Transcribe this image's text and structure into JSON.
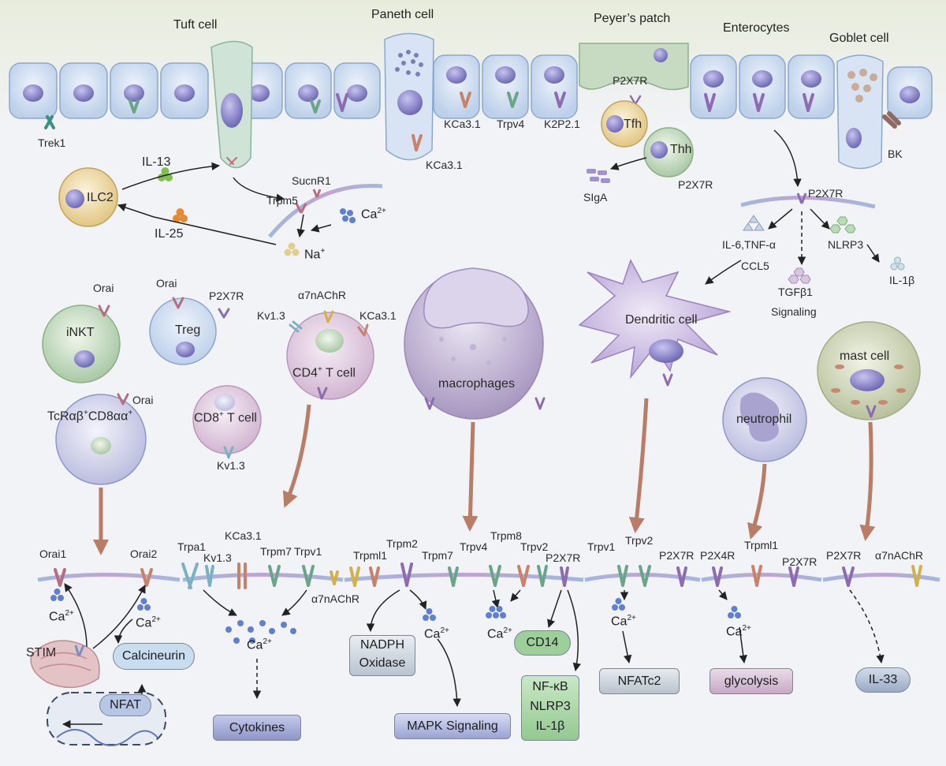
{
  "colors": {
    "background": "#f1f3f6",
    "epithelium": "#cfe0f2",
    "membrane": "#b9a8d6",
    "arrow_brown": "#b97c66",
    "box_blue": "#8e96c8",
    "box_green": "#a9d6a6",
    "box_pink": "#d7c3d6"
  },
  "epithelium": {
    "tuft": "Tuft cell",
    "paneth": "Paneth cell",
    "peyers": "Peyer’s patch",
    "enterocytes": "Enterocytes",
    "goblet": "Goblet cell",
    "trek1": "Trek1",
    "kca31_a": "KCa3.1",
    "kca31_b": "KCa3.1",
    "trpv4": "Trpv4",
    "k2p21": "K2P2.1",
    "bk": "BK"
  },
  "peyer": {
    "p2x7r_top": "P2X7R",
    "tfh": "Tfh",
    "thh": "Thh",
    "p2x7r_thh": "P2X7R",
    "siga": "SIgA"
  },
  "tuft_pathway": {
    "ilc2": "ILC2",
    "il13": "IL-13",
    "il25": "IL-25",
    "sucnr1": "SucnR1",
    "trpm5": "Trpm5",
    "ca": "Ca",
    "na": "Na"
  },
  "enterocyte_pathway": {
    "p2x7r": "P2X7R",
    "il6": "IL-6,TNF-α",
    "ccl5": "CCL5",
    "nlrp3": "NLRP3",
    "tgfb1": "TGFβ1",
    "signaling": "Signaling",
    "il1b": "IL-1β"
  },
  "immune_cells": {
    "inkt": "iNKT",
    "orai_inkt": "Orai",
    "treg": "Treg",
    "orai_treg": "Orai",
    "p2x7r_treg": "P2X7R",
    "tcr_a": "TcRαβ",
    "tcr_b": "CD8αα",
    "orai_tcr": "Orai",
    "cd8": "CD8",
    "cd8_suffix": " T cell",
    "kv13_cd8": "Kv1.3",
    "cd4": "CD4",
    "cd4_suffix": " T cell",
    "kv13_cd4": "Kv1.3",
    "a7_cd4": "α7nAChR",
    "kca31_cd4": "KCa3.1",
    "macrophages": "macrophages",
    "dendritic": "Dendritic cell",
    "neutrophil": "neutrophil",
    "mast": "mast cell"
  },
  "bottom": {
    "orai1": "Orai1",
    "orai2": "Orai2",
    "stim": "STIM",
    "calcineurin": "Calcineurin",
    "nfat": "NFAT",
    "trpa1": "Trpa1",
    "kv13": "Kv1.3",
    "kca31": "KCa3.1",
    "trpm7_a": "Trpm7",
    "trpv1_a": "Trpv1",
    "a7_a": "α7nAChR",
    "cytokines": "Cytokines",
    "trpml1_a": "Trpml1",
    "trpm2": "Trpm2",
    "trpm7_b": "Trpm7",
    "trpv4": "Trpv4",
    "trpm8": "Trpm8",
    "trpv2_a": "Trpv2",
    "p2x7r_a": "P2X7R",
    "nadph_1": "NADPH",
    "nadph_2": "Oxidase",
    "cd14": "CD14",
    "mapk": "MAPK Signaling",
    "nf_1": "NF-κB",
    "nf_2": "NLRP3",
    "nf_3": "IL-1β",
    "trpv1_b": "Trpv1",
    "trpv2_b": "Trpv2",
    "p2x7r_b": "P2X7R",
    "nfatc2": "NFATc2",
    "p2x4r": "P2X4R",
    "trpml1_b": "Trpml1",
    "p2x7r_c": "P2X7R",
    "glycolysis": "glycolysis",
    "p2x7r_d": "P2X7R",
    "a7_b": "α7nAChR",
    "il33": "IL-33",
    "ca": "Ca",
    "ca_charge": "2+",
    "na_charge": "+"
  }
}
